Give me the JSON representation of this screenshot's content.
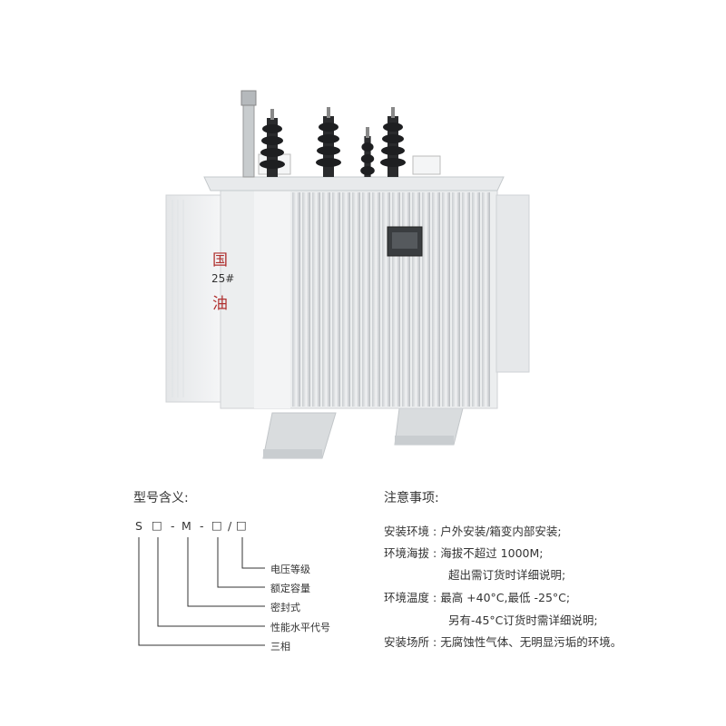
{
  "product": {
    "tank_label": {
      "line1": "国",
      "line2": "25#",
      "line3": "油"
    },
    "label_color": "#b0302f"
  },
  "model_meaning": {
    "heading": "型号含义:",
    "code": {
      "s": "S",
      "box1": "□",
      "dash1": "-",
      "m": "M",
      "dash2": "-",
      "box2": "□",
      "slash": "/",
      "box3": "□"
    },
    "items": [
      "电压等级",
      "额定容量",
      "密封式",
      "性能水平代号",
      "三相"
    ]
  },
  "notes": {
    "heading": "注意事项:",
    "lines": [
      {
        "label": "安装环境",
        "sep": ":",
        "value": "户外安装/箱变内部安装;"
      },
      {
        "label": "环境海拔",
        "sep": ":",
        "value": "海拔不超过 1000M;"
      },
      {
        "label": "",
        "sep": "",
        "value": "超出需订货时详细说明;"
      },
      {
        "label": "环境温度",
        "sep": ":",
        "value": "最高 +40°C,最低 -25°C;"
      },
      {
        "label": "",
        "sep": "",
        "value": "另有-45°C订货时需详细说明;"
      },
      {
        "label": "安装场所",
        "sep": ":",
        "value": "无腐蚀性气体、无明显污垢的环境。"
      }
    ]
  }
}
